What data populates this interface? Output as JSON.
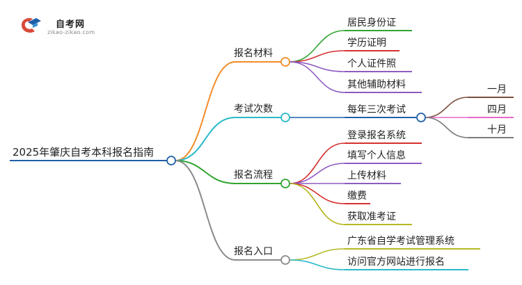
{
  "logo": {
    "name": "自考网",
    "url": "zikao-zikao.com"
  },
  "mindmap": {
    "root": "2025年肇庆自考本科报名指南",
    "branches": [
      {
        "label": "报名材料",
        "color": "#f28c28",
        "children": [
          {
            "label": "居民身份证",
            "color": "#2fa52f"
          },
          {
            "label": "学历证明",
            "color": "#d62f2f"
          },
          {
            "label": "个人证件照",
            "color": "#8e5bc0"
          },
          {
            "label": "其他辅助材料",
            "color": "#8e5bc0"
          }
        ]
      },
      {
        "label": "考试次数",
        "color": "#2ab9c8",
        "children": [
          {
            "label": "每年三次考试",
            "color": "#1f5fa8",
            "children": [
              {
                "label": "一月",
                "color": "#7a4f3e"
              },
              {
                "label": "四月",
                "color": "#e667c8"
              },
              {
                "label": "十月",
                "color": "#7a7a7a"
              }
            ]
          }
        ]
      },
      {
        "label": "报名流程",
        "color": "#2fa52f",
        "children": [
          {
            "label": "登录报名系统",
            "color": "#d62f2f"
          },
          {
            "label": "填写个人信息",
            "color": "#8e5bc0"
          },
          {
            "label": "上传材料",
            "color": "#8e5bc0"
          },
          {
            "label": "缴费",
            "color": "#d62f2f"
          },
          {
            "label": "获取准考证",
            "color": "#b5b822"
          }
        ]
      },
      {
        "label": "报名入口",
        "color": "#8a8a8a",
        "children": [
          {
            "label": "广东省自学考试管理系统",
            "color": "#b5b822"
          },
          {
            "label": "访问官方网站进行报名",
            "color": "#2ab9c8"
          }
        ]
      }
    ]
  },
  "colors": {
    "root_line": "#1f5fa8",
    "node_fill": "#ffffff"
  }
}
